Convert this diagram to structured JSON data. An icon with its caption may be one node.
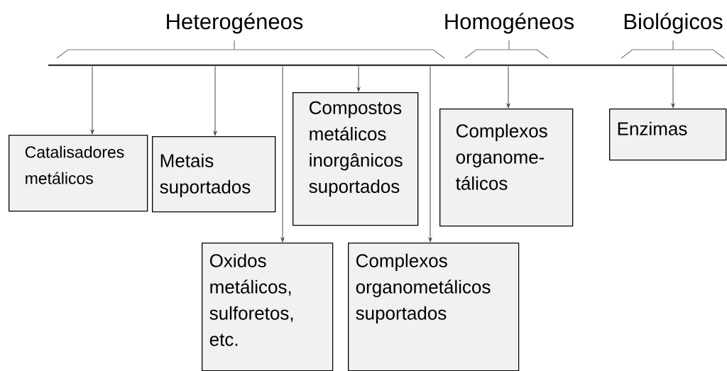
{
  "diagram": {
    "nodes": [
      {
        "text": [],
        "shape": "bar"
      },
      {
        "text": [
          "Catalisadores metálicos"
        ]
      },
      {
        "text": [
          "Metais suportados"
        ]
      },
      {
        "text": [
          "Oxidos metálicos, sulforetos, etc."
        ]
      },
      {
        "text": [
          "Compostos metálicos inorgânicos suportados"
        ]
      },
      {
        "text": [
          "Complexos organometálicos suportados"
        ]
      },
      {
        "text": [
          "Complexos organome- tálicos"
        ]
      },
      {
        "text": [
          "Enzimas"
        ]
      }
    ],
    "edges": [
      {
        "from": 0,
        "to": 1,
        "arrow": "to"
      },
      {
        "from": 0,
        "to": 2,
        "arrow": "to"
      },
      {
        "from": 0,
        "to": 3,
        "arrow": "to"
      },
      {
        "from": 0,
        "to": 4,
        "arrow": "to"
      },
      {
        "from": 0,
        "to": 5,
        "arrow": "to"
      },
      {
        "from": 0,
        "to": 6,
        "arrow": "to"
      },
      {
        "from": 0,
        "to": 7,
        "arrow": "to"
      }
    ],
    "labels": [
      "Heterogéneos",
      "Homogéneos",
      "Biológicos"
    ]
  }
}
